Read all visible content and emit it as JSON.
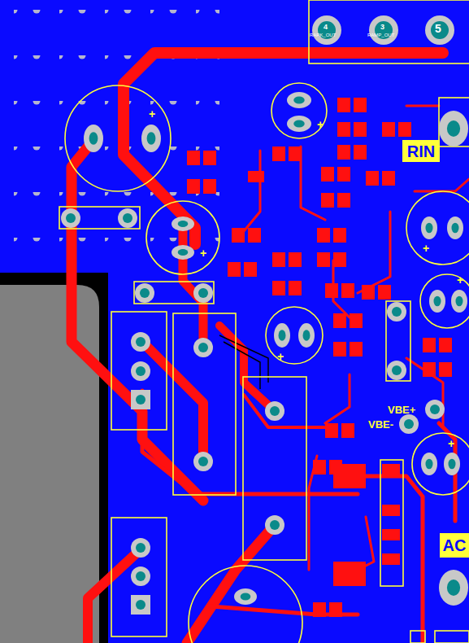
{
  "diagram": {
    "nodes": [
      {
        "text": [
          "RIN"
        ]
      },
      {
        "text": [
          "AC"
        ]
      }
    ],
    "labels": [
      "4",
      "RAPK_OUT",
      "3",
      "RAMP_OUT",
      "5",
      "+",
      "+",
      "+",
      "+",
      "+",
      "+",
      "+",
      "VBE+",
      "VBE-"
    ]
  }
}
